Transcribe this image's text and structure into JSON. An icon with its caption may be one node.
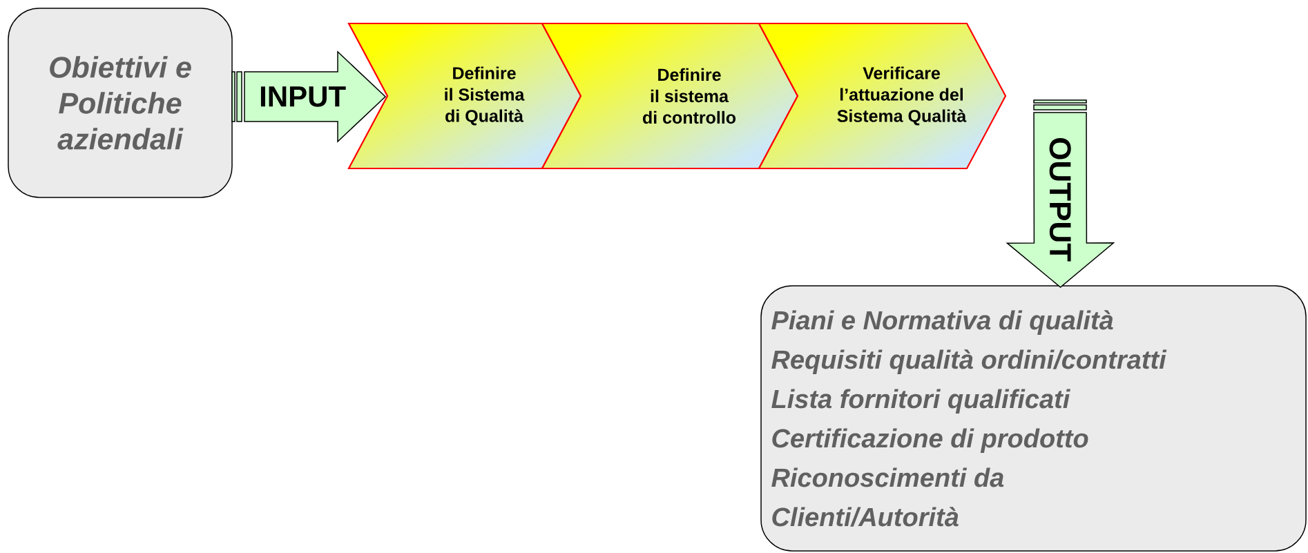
{
  "diagram": {
    "nodes": [
      {
        "text": [
          "Obiettivi e Politiche aziendali"
        ]
      },
      {
        "text": [
          "Definire il Sistema di Qualità"
        ]
      },
      {
        "text": [
          "Definire il sistema di controllo"
        ]
      },
      {
        "text": [
          "Verificare l’attuazione del Sistema Qualità"
        ]
      },
      {
        "text": [
          "Piani e Normativa di qualità",
          "Requisiti qualità ordini/contratti",
          "Lista fornitori qualificati",
          "Certificazione di prodotto",
          "Riconoscimenti da Clienti/Autorità"
        ]
      }
    ],
    "edges": [
      {
        "from": 0,
        "to": 1,
        "arrow": "to",
        "label": "INPUT"
      },
      {
        "from": 3,
        "to": 4,
        "arrow": "to",
        "label": "OUTPUT"
      }
    ]
  }
}
